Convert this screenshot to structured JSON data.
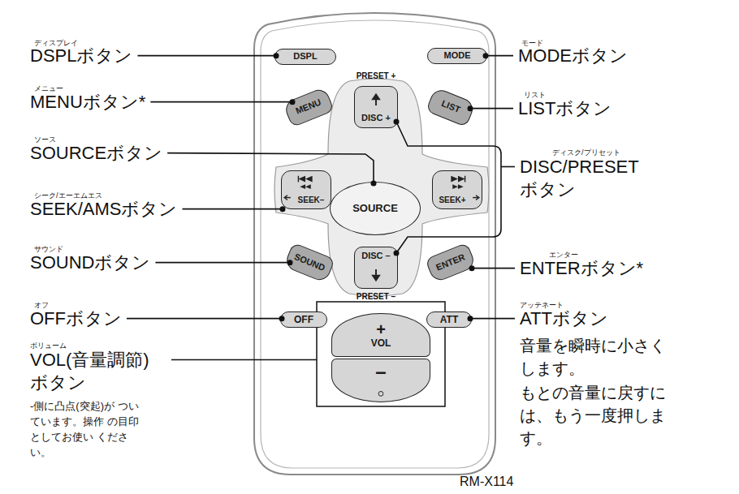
{
  "diagram": {
    "nodes": [
      {
        "text": [
          "DSPL"
        ]
      },
      {
        "text": [
          "MODE"
        ]
      },
      {
        "text": [
          "MENU"
        ]
      },
      {
        "text": [
          "DISC +"
        ]
      },
      {
        "text": [
          "LIST"
        ]
      },
      {
        "text": [
          "SOURCE"
        ]
      },
      {
        "text": [
          "SEEK–"
        ]
      },
      {
        "text": [
          "SEEK+"
        ]
      },
      {
        "text": [
          "SOUND"
        ]
      },
      {
        "text": [
          "DISC –"
        ]
      },
      {
        "text": [
          "ENTER"
        ]
      },
      {
        "text": [
          "OFF"
        ]
      },
      {
        "text": [
          "ATT"
        ]
      },
      {
        "text": [
          "+",
          "VOL"
        ]
      },
      {
        "text": [
          "–"
        ]
      }
    ],
    "labels": [
      "ディスプレイ",
      "DSPLボタン",
      "メニュー",
      "MENUボタン*",
      "ソース",
      "SOURCEボタン",
      "シーク/エーエムエス",
      "SEEK/AMSボタン",
      "サウンド",
      "SOUNDボタン",
      "オフ",
      "OFFボタン",
      "ボリューム",
      "VOL(音量調節) ボタン",
      "-側に凸点(突起)が ついています。操作 の目印としてお使い ください。",
      "モード",
      "MODEボタン",
      "リスト",
      "LISTボタン",
      "ディスク/プリセット",
      "DISC/PRESET ボタン",
      "エンター",
      "ENTERボタン*",
      "アッテネート",
      "ATTボタン",
      "音量を瞬時に小さく します。",
      "もとの音量に戻すに は、もう一度押しま す。",
      "PRESET +",
      "PRESET –",
      "RM-X114"
    ]
  }
}
